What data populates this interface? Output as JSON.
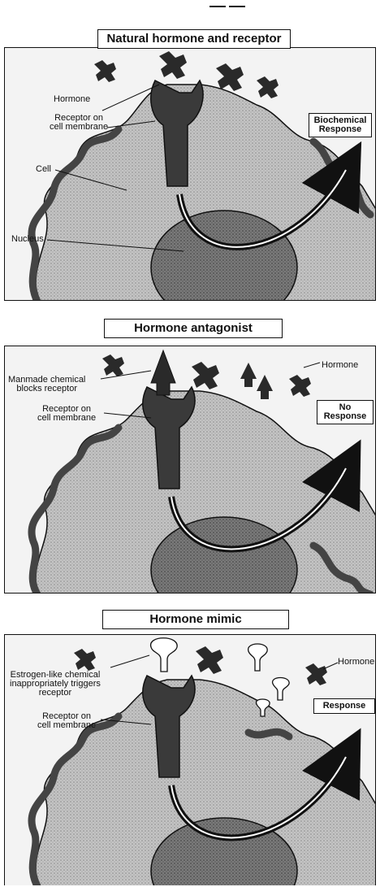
{
  "panels": [
    {
      "title": "Natural hormone and receptor",
      "labels": {
        "hormone": "Hormone",
        "receptor_line1": "Receptor on",
        "receptor_line2": "cell membrane",
        "cell": "Cell",
        "nucleus": "Nucleus"
      },
      "response_line1": "Biochemical",
      "response_line2": "Response"
    },
    {
      "title": "Hormone antagonist",
      "labels": {
        "manmade_line1": "Manmade chemical",
        "manmade_line2": "blocks receptor",
        "receptor_line1": "Receptor on",
        "receptor_line2": "cell membrane",
        "hormone": "Hormone"
      },
      "response_line1": "No",
      "response_line2": "Response"
    },
    {
      "title": "Hormone mimic",
      "labels": {
        "estrogen_line1": "Estrogen-like chemical",
        "estrogen_line2": "inappropriately triggers",
        "estrogen_line3": "receptor",
        "receptor_line1": "Receptor on",
        "receptor_line2": "cell membrane",
        "hormone": "Hormone"
      },
      "response_line1": "Response"
    }
  ],
  "colors": {
    "ink": "#111111",
    "cell_fill": "#bdbdbd",
    "cell_dark": "#6e6e6e",
    "nucleus": "#7a7a7a",
    "receptor": "#3a3a3a",
    "hormone": "#2a2a2a"
  }
}
